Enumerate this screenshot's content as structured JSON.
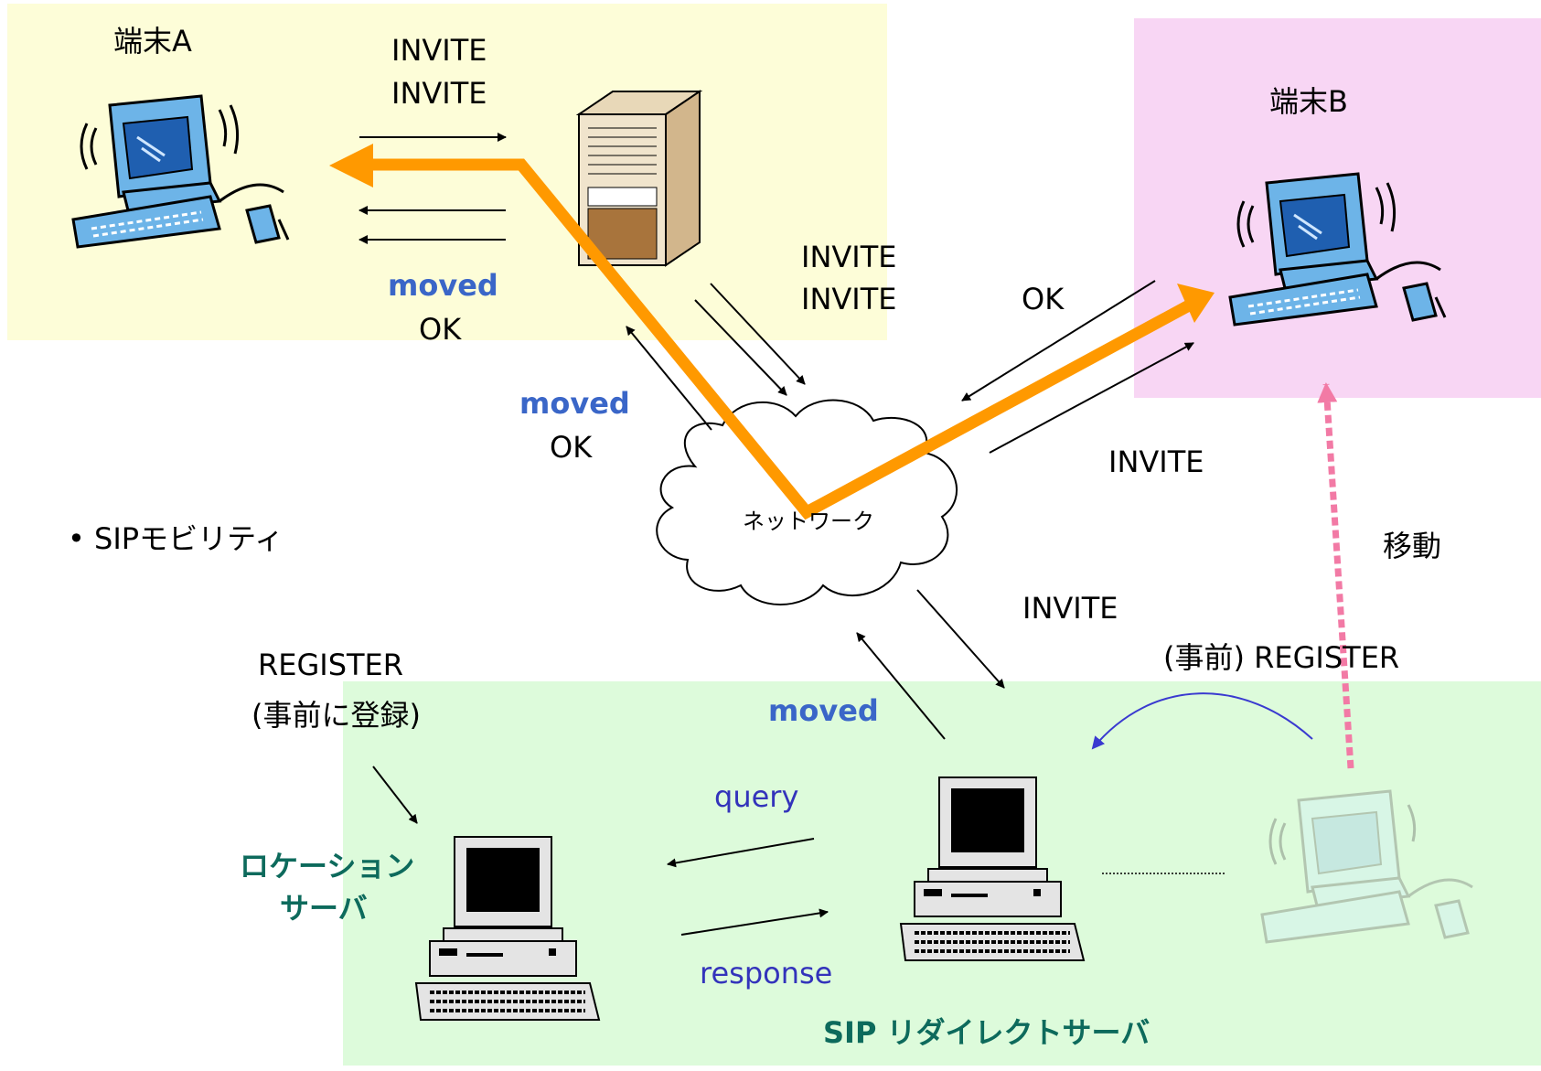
{
  "terminal_a": {
    "label": "端末A"
  },
  "terminal_b": {
    "label": "端末B"
  },
  "proxy_messages": {
    "invite_1": "INVITE",
    "invite_2": "INVITE",
    "moved": "moved",
    "ok": "OK"
  },
  "network_messages": {
    "invite_1": "INVITE",
    "invite_2": "INVITE",
    "ok": "OK",
    "moved": "moved",
    "ok_2": "OK"
  },
  "network": {
    "label": "ネットワーク"
  },
  "terminal_b_messages": {
    "invite": "INVITE"
  },
  "move": {
    "label": "移動"
  },
  "bullet": {
    "text": "SIPモビリティ"
  },
  "redirect_messages": {
    "invite": "INVITE",
    "pre_register": "(事前) REGISTER",
    "moved": "moved"
  },
  "register": {
    "line1": "REGISTER",
    "line2": "(事前に登録)"
  },
  "location_server": {
    "line1": "ロケーション",
    "line2": "サーバ"
  },
  "query": {
    "label": "query"
  },
  "response": {
    "label": "response"
  },
  "redirect_server": {
    "label": "SIP リダイレクトサーバ"
  },
  "colors": {
    "terminal_a_region": "#fdfdd8",
    "terminal_b_region": "#f8d6f4",
    "server_region": "#ddfbdb",
    "route_arrow": "#ff9900",
    "move_arrow": "#f27aa5",
    "moved_text": "#3a66c8",
    "server_label": "#0d6a5c"
  }
}
